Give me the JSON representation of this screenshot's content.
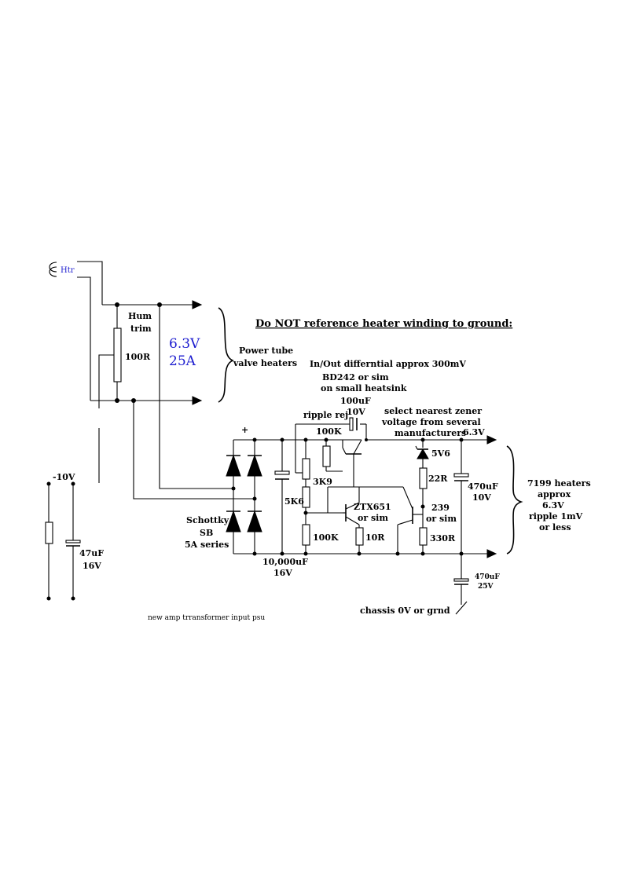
{
  "header": {
    "title": "Do NOT reference heater winding to ground:"
  },
  "labels": {
    "htr": "Htr",
    "hum": "Hum",
    "trim": "trim",
    "pot_value": "100R",
    "voltage": "6.3V",
    "current": "25A",
    "power_tube_1": "Power tube",
    "power_tube_2": "valve heaters",
    "inout_note": "In/Out differntial approx 300mV",
    "bd242_1": "BD242 or sim",
    "bd242_2": "on small heatsink",
    "cap_100uf_1": "100uF",
    "cap_100uf_2": "10V",
    "ripple_rej": "ripple  rej",
    "zener_note_1": "select nearest zener",
    "zener_note_2": "voltage from several",
    "zener_note_3": "manufacturers",
    "out_voltage": "6.3V",
    "r_100k_top": "100K",
    "r_3k9": "3K9",
    "r_5k6": "5K6",
    "r_100k_bottom": "100K",
    "ztx_1": "ZTX651",
    "ztx_2": "or sim",
    "r_10r": "10R",
    "zener_5v6": "5V6",
    "r_22r": "22R",
    "q_239_1": "239",
    "q_239_2": "or sim",
    "r_330r": "330R",
    "cap_470uf_1": "470uF",
    "cap_470uf_2": "10V",
    "heaters_1": "7199 heaters",
    "heaters_2": "approx",
    "heaters_3": "6.3V",
    "heaters_4": "ripple 1mV",
    "heaters_5": "or less",
    "schottky_1": "Schottky",
    "schottky_2": "SB",
    "schottky_3": "5A series",
    "plus": "+",
    "cap_10000uf_1": "10,000uF",
    "cap_10000uf_2": "16V",
    "cap_470uf_small_1": "470uF",
    "cap_470uf_small_2": "25V",
    "chassis": "chassis 0V or grnd",
    "neg10v": "-10V",
    "cap_47uf_1": "47uF",
    "cap_47uf_2": "16V",
    "caption": "new amp trransformer input psu"
  }
}
